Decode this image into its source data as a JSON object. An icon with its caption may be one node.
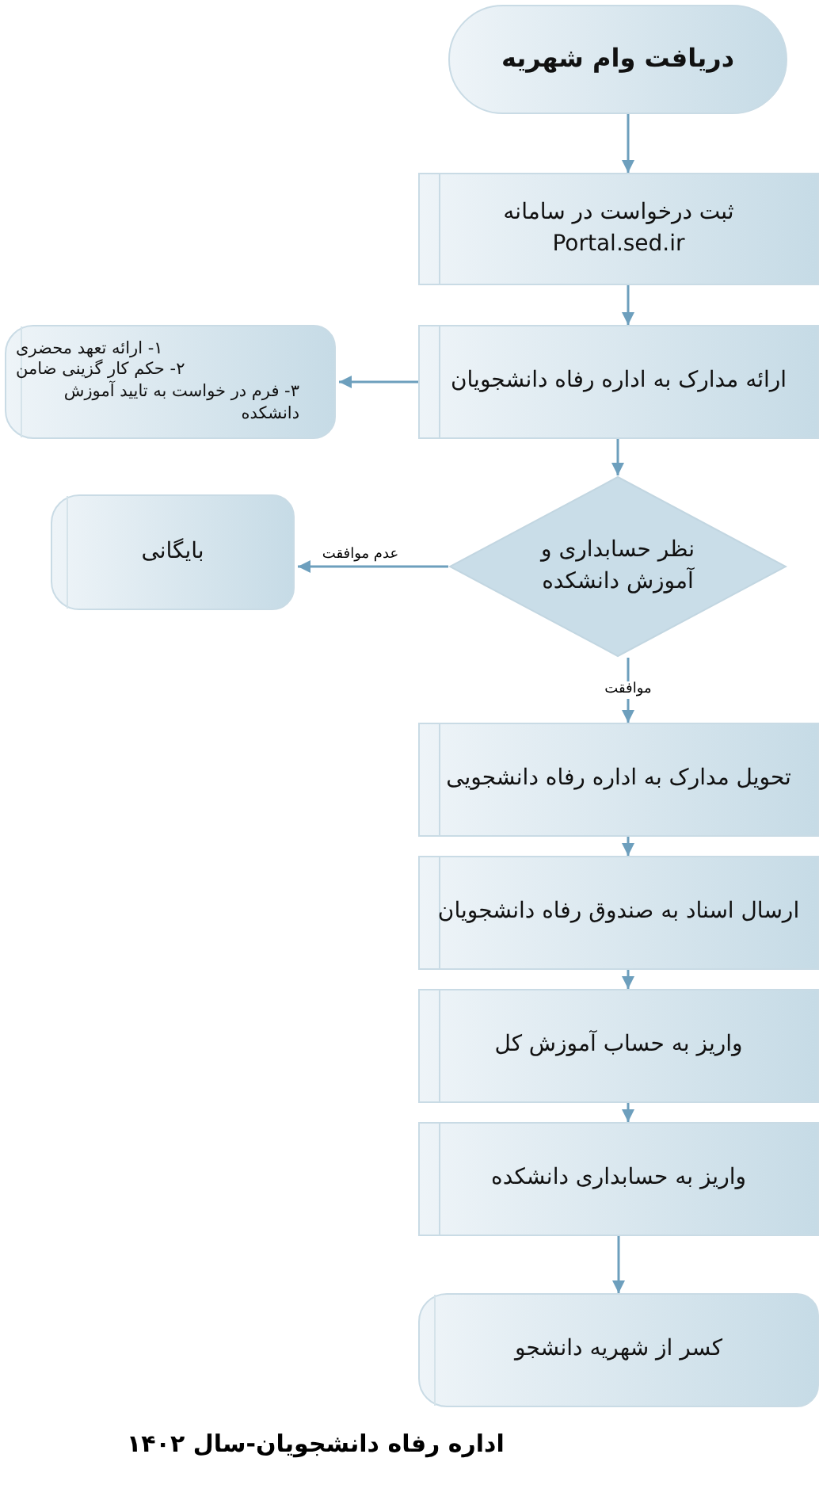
{
  "diagram": {
    "caption": "اداره رفاه دانشجویان-سال ۱۴۰۲",
    "nodes": [
      {
        "text": [
          "دریافت وام شهریه"
        ]
      },
      {
        "text": [
          "ثبت درخواست در سامانه Portal.sed.ir"
        ]
      },
      {
        "text": [
          "ارائه مدارک به اداره رفاه دانشجویان"
        ]
      },
      {
        "text": [
          "۱- ارائه تعهد محضری",
          "۲- حکم کار گزینی ضامن",
          "۳- فرم در خواست به تایید آموزش دانشکده"
        ]
      },
      {
        "text": [
          "نظر حسابداری و آموزش دانشکده"
        ]
      },
      {
        "text": [
          "بایگانی"
        ]
      },
      {
        "text": [
          "تحویل مدارک به اداره رفاه دانشجویی"
        ]
      },
      {
        "text": [
          "ارسال اسناد به صندوق رفاه دانشجویان"
        ]
      },
      {
        "text": [
          "واریز به حساب آموزش کل"
        ]
      },
      {
        "text": [
          "واریز به حسابداری دانشکده"
        ]
      },
      {
        "text": [
          "کسر از شهریه دانشجو"
        ]
      }
    ],
    "edges": [
      {
        "from": 0,
        "to": 1,
        "arrow": "to"
      },
      {
        "from": 1,
        "to": 2,
        "arrow": "to"
      },
      {
        "from": 2,
        "to": 3,
        "arrow": "to"
      },
      {
        "from": 2,
        "to": 4,
        "arrow": "to"
      },
      {
        "from": 4,
        "to": 5,
        "arrow": "to",
        "label": "عدم موافقت"
      },
      {
        "from": 4,
        "to": 6,
        "arrow": "to",
        "label": "موافقت"
      },
      {
        "from": 6,
        "to": 7,
        "arrow": "to"
      },
      {
        "from": 7,
        "to": 8,
        "arrow": "to"
      },
      {
        "from": 8,
        "to": 9,
        "arrow": "to"
      },
      {
        "from": 9,
        "to": 10,
        "arrow": "to"
      }
    ]
  }
}
